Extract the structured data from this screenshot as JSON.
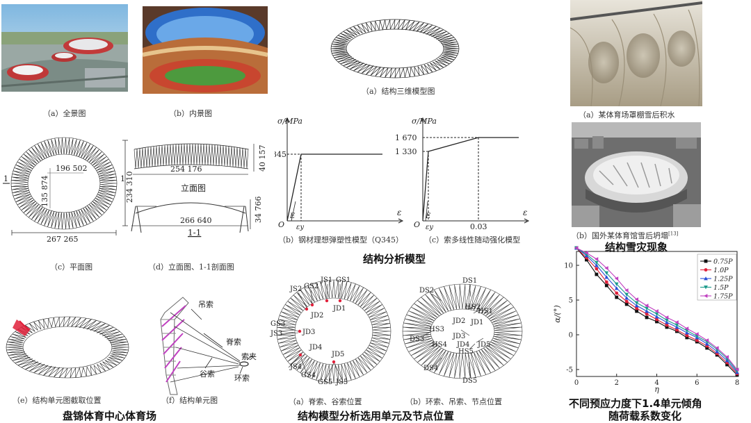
{
  "colors": {
    "series": [
      "#111111",
      "#e0203a",
      "#2a4fd6",
      "#1a9a8a",
      "#c040c0"
    ]
  },
  "left": {
    "cap_a": "（a）全景图",
    "cap_b": "（b）内景图",
    "cap_c": "（c）平面图",
    "cap_d": "（d）立面图、1-1剖面图",
    "cap_e": "（e）结构单元图截取位置",
    "cap_f": "（f）结构单元图",
    "title": "盘锦体育中心体育场",
    "plan": {
      "dim1": "196 502",
      "dim2": "135 874",
      "dim3": "234 310",
      "dim4": "267 265",
      "sec_left": "1",
      "sec_right": "1"
    },
    "elev": {
      "dim1": "254 176",
      "dim2": "40 157",
      "label": "立面图",
      "dim3": "266 640",
      "dim4": "34 766",
      "section": "1-1"
    },
    "unit_labels": {
      "hang": "吊索",
      "ridge": "脊索",
      "clamp": "索夹",
      "valley": "谷索",
      "ring": "环索"
    }
  },
  "middle": {
    "cap_3d": "（a）结构三维模型图",
    "cap_steel": "（b）钢材理想弹塑性模型（Q345）",
    "cap_cable": "（c）索多线性随动强化模型",
    "title_model": "结构分析模型",
    "steel": {
      "ylabel": "σ/MPa",
      "yield": "345",
      "xlabel": "ε",
      "origin": "O",
      "e_label": "E",
      "ey_label": "εy"
    },
    "cable": {
      "ylabel": "σ/MPa",
      "y1": "1 670",
      "y2": "1 330",
      "xval": "0.03",
      "xlabel": "ε",
      "origin": "O",
      "e_label": "E",
      "ey_label": "εy"
    },
    "cap_ridge": "（a）脊索、谷索位置",
    "cap_ring": "（b）环索、吊索、节点位置",
    "title_units": "结构模型分析选用单元及节点位置",
    "left_labels": [
      "JS1",
      "GS1",
      "JS2",
      "GS2",
      "JD1",
      "JD2",
      "GS3",
      "JS3",
      "JD3",
      "JD4",
      "JD5",
      "JS4",
      "GS4",
      "GS5",
      "JS5"
    ],
    "right_labels": [
      "DS1",
      "DS2",
      "HS2",
      "HS1",
      "JD2",
      "JD1",
      "HS3",
      "JD3",
      "DS3",
      "HS4",
      "JD4",
      "JD5",
      "HS5",
      "DS4",
      "DS5"
    ]
  },
  "right": {
    "cap_a": "（a）某体育场罩棚雪后积水",
    "cap_b": "（b）国外某体育馆雪后坍塌",
    "cap_b_ref": "[13]",
    "title_snow": "结构雪灾现象",
    "title_chart_1": "不同预应力度下1.4单元倾角",
    "title_chart_2": "随荷载系数变化"
  },
  "chart_data": {
    "type": "line",
    "xlabel": "η",
    "ylabel": "α/(°)",
    "xlim": [
      0,
      8
    ],
    "ylim": [
      -6,
      12
    ],
    "xticks": [
      0,
      2,
      4,
      6,
      8
    ],
    "yticks": [
      -5,
      0,
      5,
      10
    ],
    "legend_position": "top-right",
    "x": [
      0,
      0.5,
      1,
      1.5,
      2,
      2.5,
      3,
      3.5,
      4,
      4.5,
      5,
      5.5,
      6,
      6.5,
      7,
      7.5,
      8
    ],
    "series": [
      {
        "name": "0.75P",
        "values": [
          12.5,
          10.8,
          8.7,
          7.1,
          5.4,
          4.4,
          3.4,
          2.5,
          1.9,
          1.1,
          0.5,
          -0.4,
          -1.0,
          -1.9,
          -2.9,
          -4.3,
          -5.8
        ]
      },
      {
        "name": "1.0P",
        "values": [
          12.5,
          11.1,
          9.5,
          7.6,
          6.0,
          4.8,
          3.8,
          3.0,
          2.2,
          1.4,
          0.7,
          -0.1,
          -0.8,
          -1.6,
          -2.7,
          -4.0,
          -5.6
        ]
      },
      {
        "name": "1.25P",
        "values": [
          12.5,
          11.4,
          10.0,
          8.3,
          6.7,
          5.3,
          4.2,
          3.4,
          2.6,
          1.8,
          1.1,
          0.3,
          -0.4,
          -1.3,
          -2.4,
          -3.7,
          -5.4
        ]
      },
      {
        "name": "1.5P",
        "values": [
          12.5,
          11.6,
          10.4,
          8.9,
          7.3,
          5.8,
          4.6,
          3.8,
          3.0,
          2.1,
          1.4,
          0.6,
          -0.2,
          -1.0,
          -2.1,
          -3.4,
          -5.2
        ]
      },
      {
        "name": "1.75P",
        "values": [
          12.5,
          11.8,
          10.9,
          9.6,
          8.1,
          6.4,
          5.1,
          4.2,
          3.4,
          2.5,
          1.8,
          0.9,
          0.1,
          -0.8,
          -1.9,
          -3.2,
          -5.0
        ]
      }
    ]
  }
}
